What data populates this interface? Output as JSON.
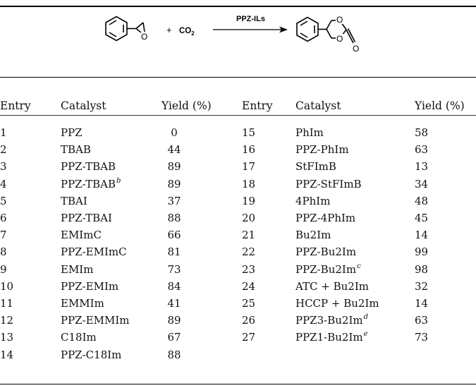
{
  "scheme": {
    "reagent": "CO",
    "reagent_sub": "2",
    "plus": "+",
    "catalyst_label": "PPZ-ILs"
  },
  "headers": [
    "Entry",
    "Catalyst",
    "Yield (%)",
    "Entry",
    "Catalyst",
    "Yield (%)"
  ],
  "left_rows": [
    {
      "entry": "1",
      "catalyst": "PPZ",
      "sup": "",
      "yield": "0"
    },
    {
      "entry": "2",
      "catalyst": "TBAB",
      "sup": "",
      "yield": "44"
    },
    {
      "entry": "3",
      "catalyst": "PPZ-TBAB",
      "sup": "",
      "yield": "89"
    },
    {
      "entry": "4",
      "catalyst": "PPZ-TBAB",
      "sup": "b",
      "yield": "89"
    },
    {
      "entry": "5",
      "catalyst": "TBAI",
      "sup": "",
      "yield": "37"
    },
    {
      "entry": "6",
      "catalyst": "PPZ-TBAI",
      "sup": "",
      "yield": "88"
    },
    {
      "entry": "7",
      "catalyst": "EMImC",
      "sup": "",
      "yield": "66"
    },
    {
      "entry": "8",
      "catalyst": "PPZ-EMImC",
      "sup": "",
      "yield": "81"
    },
    {
      "entry": "9",
      "catalyst": "EMIm",
      "sup": "",
      "yield": "73"
    },
    {
      "entry": "10",
      "catalyst": "PPZ-EMIm",
      "sup": "",
      "yield": "84"
    },
    {
      "entry": "11",
      "catalyst": "EMMIm",
      "sup": "",
      "yield": "41"
    },
    {
      "entry": "12",
      "catalyst": "PPZ-EMMIm",
      "sup": "",
      "yield": "89"
    },
    {
      "entry": "13",
      "catalyst": "C18Im",
      "sup": "",
      "yield": "67"
    },
    {
      "entry": "14",
      "catalyst": "PPZ-C18Im",
      "sup": "",
      "yield": "88"
    }
  ],
  "right_rows": [
    {
      "entry": "15",
      "catalyst": "PhIm",
      "sup": "",
      "yield": "58"
    },
    {
      "entry": "16",
      "catalyst": "PPZ-PhIm",
      "sup": "",
      "yield": "63"
    },
    {
      "entry": "17",
      "catalyst": "StFImB",
      "sup": "",
      "yield": "13"
    },
    {
      "entry": "18",
      "catalyst": "PPZ-StFImB",
      "sup": "",
      "yield": "34"
    },
    {
      "entry": "19",
      "catalyst": "4PhIm",
      "sup": "",
      "yield": "48"
    },
    {
      "entry": "20",
      "catalyst": "PPZ-4PhIm",
      "sup": "",
      "yield": "45"
    },
    {
      "entry": "21",
      "catalyst": "Bu2Im",
      "sup": "",
      "yield": "14"
    },
    {
      "entry": "22",
      "catalyst": "PPZ-Bu2Im",
      "sup": "",
      "yield": "99"
    },
    {
      "entry": "23",
      "catalyst": "PPZ-Bu2Im",
      "sup": "c",
      "yield": "98"
    },
    {
      "entry": "24",
      "catalyst": "ATC + Bu2Im",
      "sup": "",
      "yield": "32"
    },
    {
      "entry": "25",
      "catalyst": "HCCP + Bu2Im",
      "sup": "",
      "yield": "14"
    },
    {
      "entry": "26",
      "catalyst": "PPZ3-Bu2Im",
      "sup": "d",
      "yield": "63"
    },
    {
      "entry": "27",
      "catalyst": "PPZ1-Bu2Im",
      "sup": "e",
      "yield": "73"
    }
  ]
}
